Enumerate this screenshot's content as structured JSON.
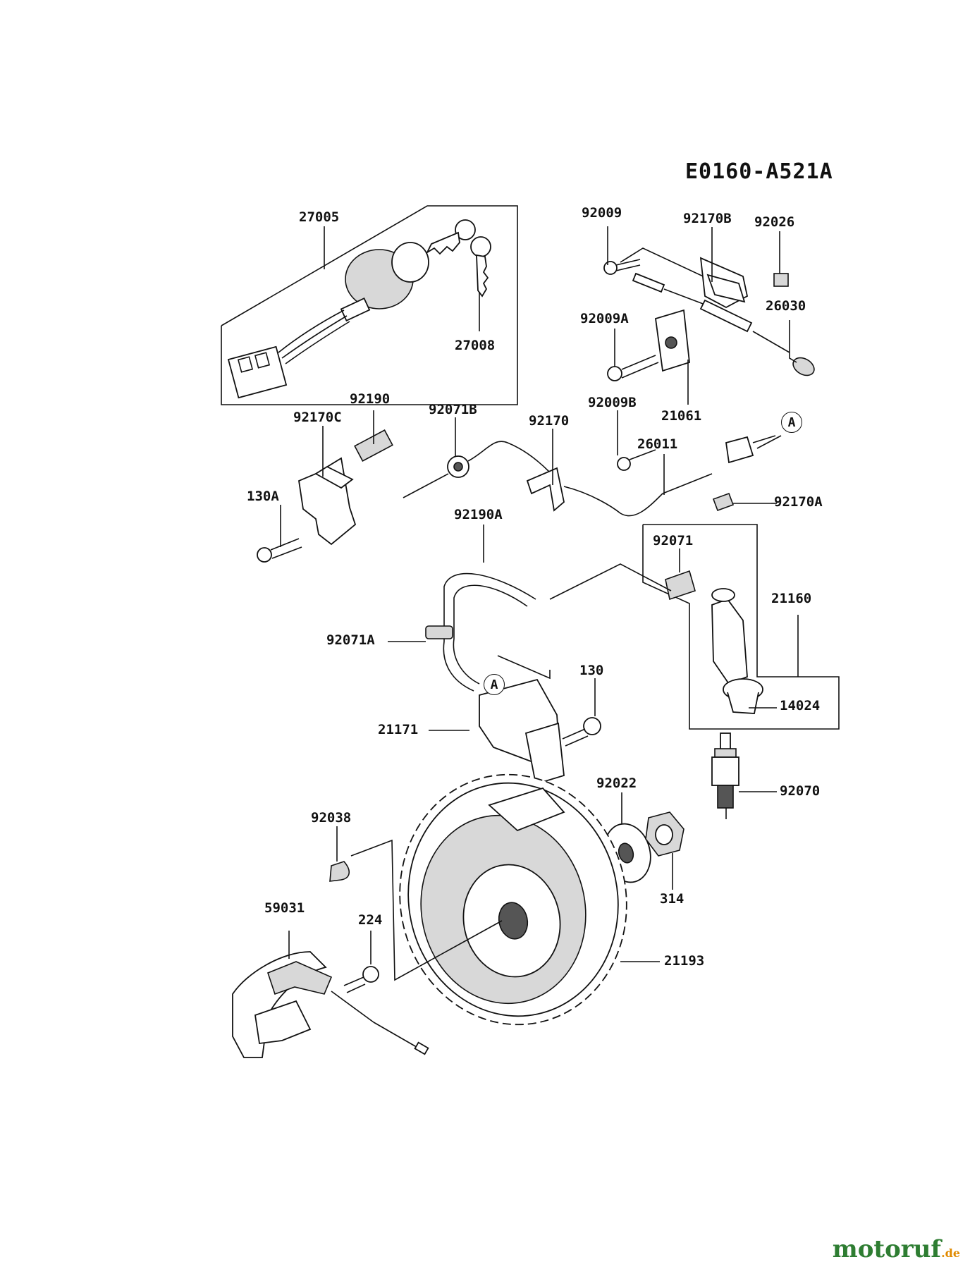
{
  "diagram_code": "E0160-A521A",
  "watermark": {
    "brand": "motoruf",
    "tld": ".de"
  },
  "reference_marker": "A",
  "parts": {
    "p27005": "27005",
    "p27008": "27008",
    "p92009": "92009",
    "p92170B": "92170B",
    "p92026": "92026",
    "p26030": "26030",
    "p92009A": "92009A",
    "p21061": "21061",
    "p92170C": "92170C",
    "p92190": "92190",
    "p92071B": "92071B",
    "p92170": "92170",
    "p92009B": "92009B",
    "p26011": "26011",
    "p130A": "130A",
    "p92170A": "92170A",
    "p92190A": "92190A",
    "p92071": "92071",
    "p21160": "21160",
    "p92071A": "92071A",
    "p130": "130",
    "p21171": "21171",
    "p14024": "14024",
    "p92022": "92022",
    "p92070": "92070",
    "p92038": "92038",
    "p314": "314",
    "p59031": "59031",
    "p224": "224",
    "p21193": "21193"
  }
}
